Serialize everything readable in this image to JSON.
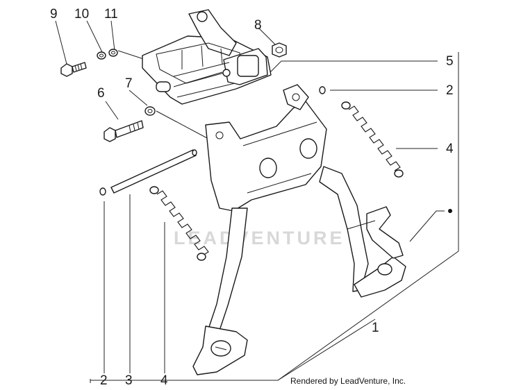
{
  "callouts": {
    "c1": "1",
    "c2_top": "2",
    "c2_bottom": "2",
    "c3": "3",
    "c4_right": "4",
    "c4_bottom": "4",
    "c5": "5",
    "c6": "6",
    "c7": "7",
    "c8": "8",
    "c9": "9",
    "c10": "10",
    "c11": "11"
  },
  "watermark": "LEADVENTURE",
  "credit": "Rendered by LeadVenture, Inc."
}
